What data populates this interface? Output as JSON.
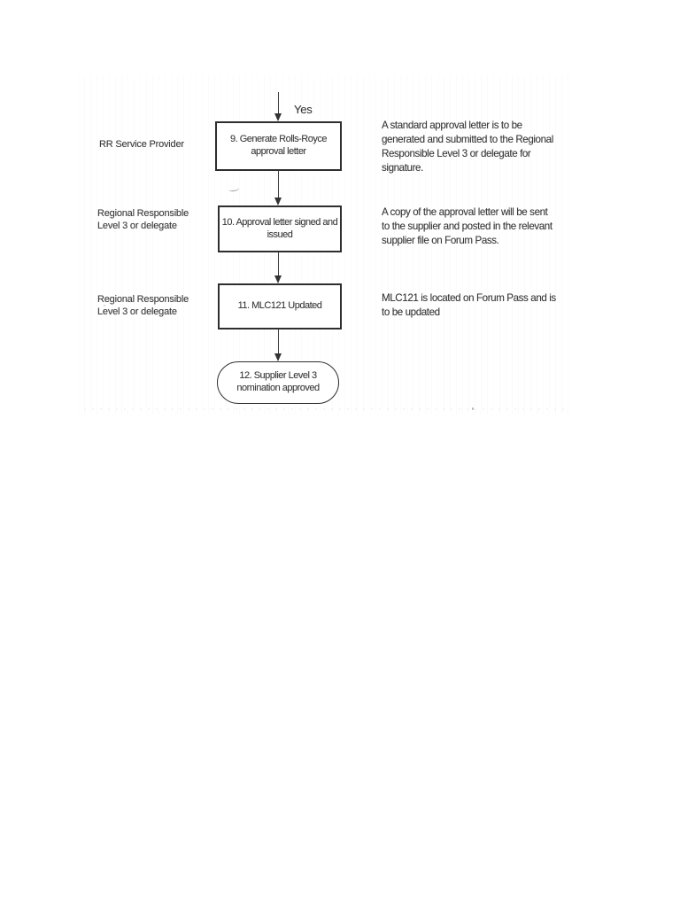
{
  "page": {
    "kind": "scanned flowchart page",
    "colors": {
      "background": "#ffffff",
      "ink": "#3a3a3a",
      "node_border": "#2e2e2e",
      "connector": "#3c3c3c"
    }
  },
  "flow": {
    "branch_label": "Yes",
    "steps": [
      {
        "id": "9",
        "shape": "process",
        "label_lines": [
          "9. Generate Rolls-Royce",
          "approval letter"
        ]
      },
      {
        "id": "10",
        "shape": "process",
        "label_lines": [
          "10. Approval letter signed and",
          "issued"
        ]
      },
      {
        "id": "11",
        "shape": "process",
        "label_lines": [
          "11. MLC121 Updated"
        ]
      },
      {
        "id": "12",
        "shape": "terminator",
        "label_lines": [
          "12. Supplier Level 3",
          "nomination approved"
        ]
      }
    ]
  },
  "actors": [
    {
      "lines": [
        "RR Service Provider"
      ]
    },
    {
      "lines": [
        "Regional Responsible",
        "Level 3 or delegate"
      ]
    },
    {
      "lines": [
        "Regional Responsible",
        "Level 3 or delegate"
      ]
    }
  ],
  "notes": [
    {
      "lines": [
        "A standard approval letter is to be",
        "generated and submitted to the Regional",
        "Responsible Level 3 or delegate for",
        "signature."
      ]
    },
    {
      "lines": [
        "A copy of the approval letter will be sent",
        "to the supplier and posted in the relevant",
        "supplier file on Forum Pass."
      ]
    },
    {
      "lines": [
        "MLC121 is located on Forum Pass and is",
        "to be updated"
      ]
    }
  ]
}
